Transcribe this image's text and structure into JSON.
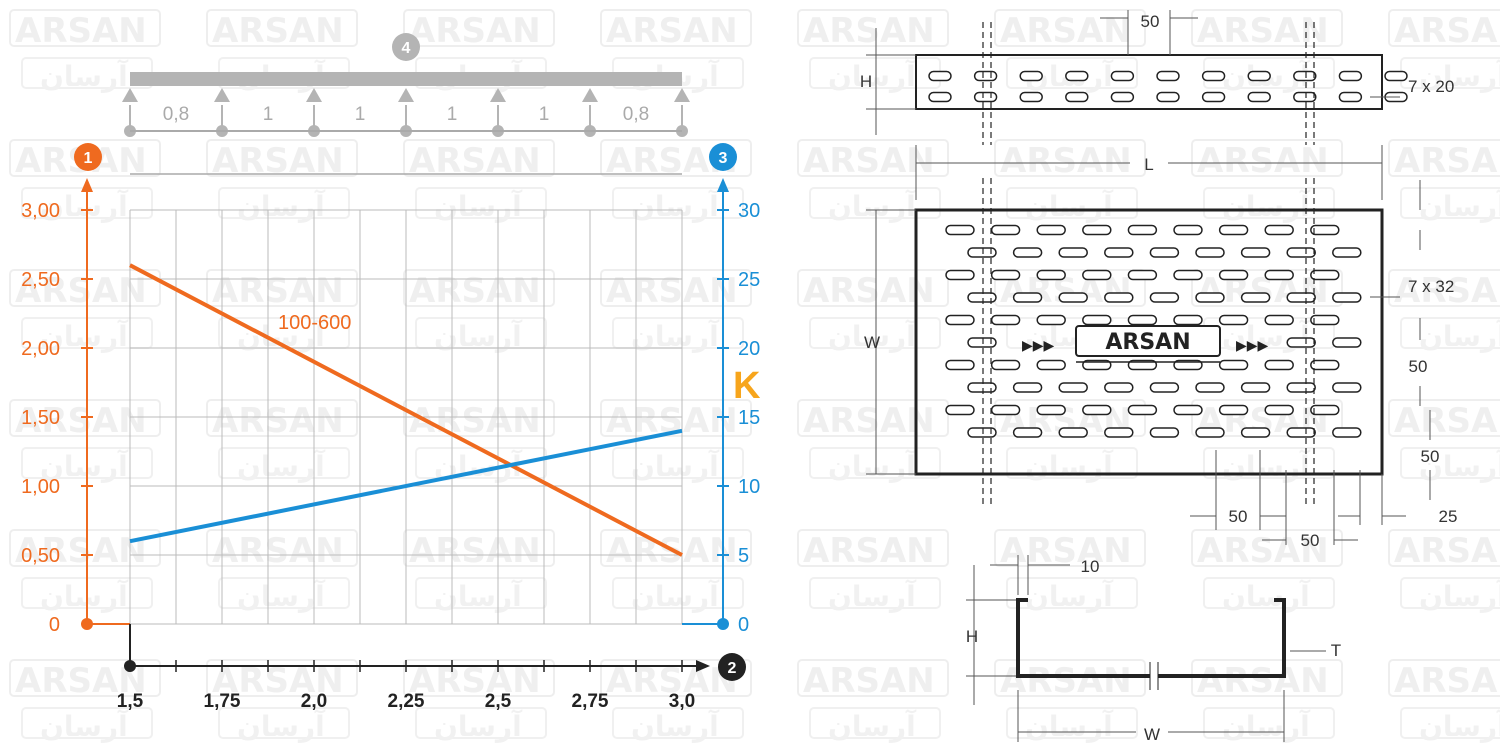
{
  "watermark": {
    "latin": "ARSAN",
    "arabic": "آرسان"
  },
  "colors": {
    "orange": "#ef6a1f",
    "blue": "#1a8fd6",
    "grey": "#aaaaaa",
    "dark": "#222222",
    "k_color": "#f7a51c"
  },
  "chart": {
    "badges": {
      "left_axis": "1",
      "x_axis": "2",
      "right_axis": "3",
      "beam": "4"
    },
    "spans": [
      "0,8",
      "1",
      "1",
      "1",
      "1",
      "0,8"
    ],
    "series_label": "100-600",
    "k_symbol": "K"
  },
  "chart_data": {
    "type": "line",
    "x_ticks": [
      "1,5",
      "1,75",
      "2,0",
      "2,25",
      "2,5",
      "2,75",
      "3,0"
    ],
    "y_left_ticks": [
      "0",
      "0,50",
      "1,00",
      "1,50",
      "2,00",
      "2,50",
      "3,00"
    ],
    "y_right_ticks": [
      "0",
      "5",
      "10",
      "15",
      "20",
      "25",
      "30"
    ],
    "xlim": [
      1.5,
      3.0
    ],
    "ylim_left": [
      0,
      3.0
    ],
    "ylim_right": [
      0,
      30
    ],
    "grid": true,
    "series": [
      {
        "name": "100-600",
        "axis": "left",
        "color": "#ef6a1f",
        "x": [
          1.5,
          3.0
        ],
        "y": [
          2.6,
          0.5
        ]
      },
      {
        "axis": "right",
        "color": "#1a8fd6",
        "x": [
          1.5,
          3.0
        ],
        "y": [
          6,
          14
        ]
      }
    ]
  },
  "drawing": {
    "hole_top": "7 x 20",
    "hole_bottom": "7 x 32",
    "dim_50": "50",
    "dim_25": "25",
    "dim_10": "10",
    "H": "H",
    "L": "L",
    "W": "W",
    "T": "T",
    "logo": "ARSAN",
    "arrows": "▶▶▶"
  }
}
